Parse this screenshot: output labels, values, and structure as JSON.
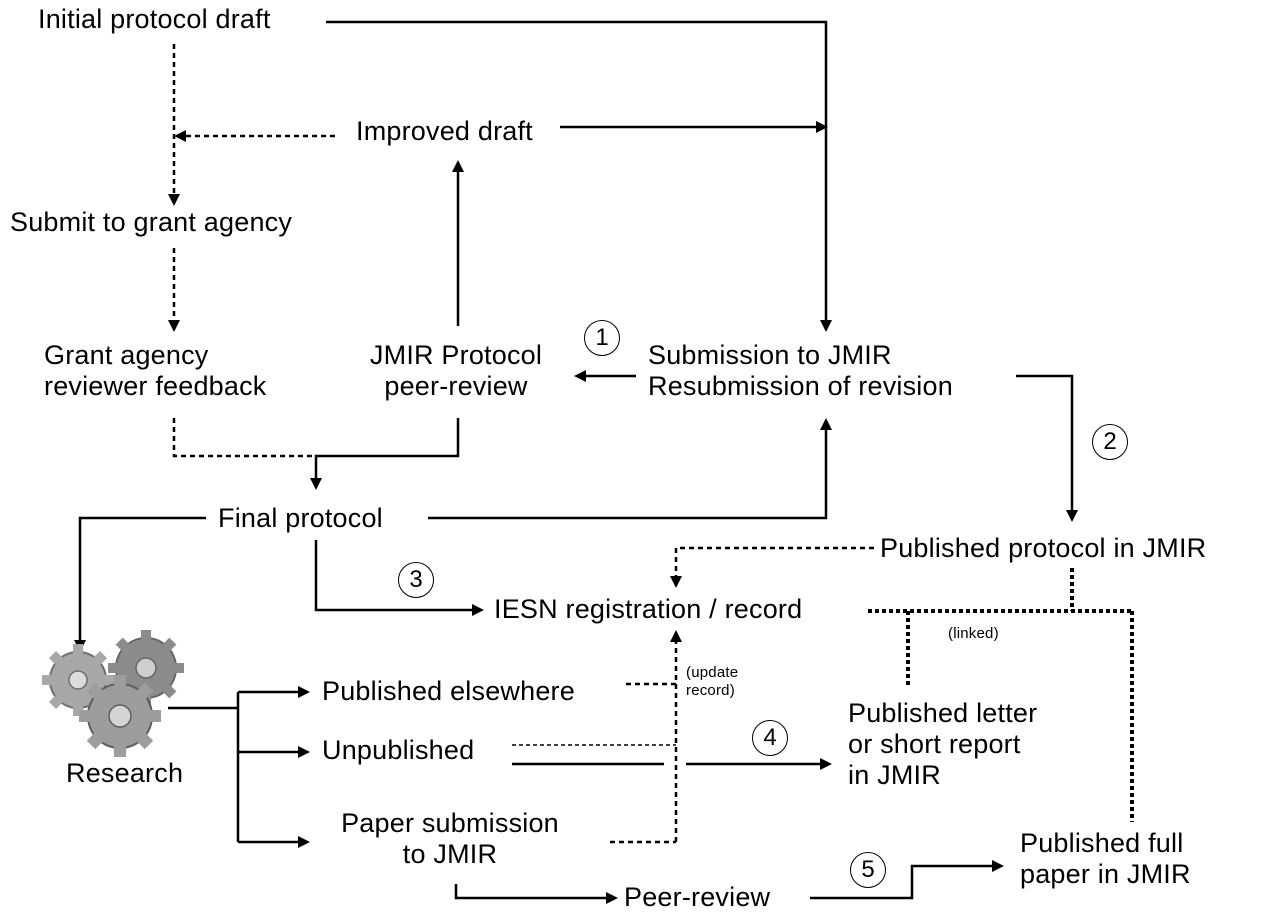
{
  "nodes": {
    "initial_draft": "Initial protocol draft",
    "improved_draft": "Improved draft",
    "submit_grant": "Submit to grant agency",
    "grant_feedback_l1": "Grant agency",
    "grant_feedback_l2": "reviewer feedback",
    "jmir_review_l1": "JMIR Protocol",
    "jmir_review_l2": "peer-review",
    "submission_l1": "Submission to JMIR",
    "submission_l2": "Resubmission of revision",
    "final_protocol": "Final protocol",
    "published_protocol": "Published protocol in JMIR",
    "iesn": "IESN registration / record",
    "research": "Research",
    "published_elsewhere": "Published elsewhere",
    "unpublished": "Unpublished",
    "paper_submission_l1": "Paper submission",
    "paper_submission_l2": "to JMIR",
    "letter_l1": "Published letter",
    "letter_l2": "or short report",
    "letter_l3": "in JMIR",
    "full_paper_l1": "Published full",
    "full_paper_l2": "paper in JMIR",
    "peer_review": "Peer-review"
  },
  "annotations": {
    "linked": "(linked)",
    "update_l1": "(update",
    "update_l2": "record)"
  },
  "steps": [
    "1",
    "2",
    "3",
    "4",
    "5"
  ],
  "colors": {
    "line": "#000000",
    "gear": "#9a9a9a",
    "background": "#ffffff"
  }
}
